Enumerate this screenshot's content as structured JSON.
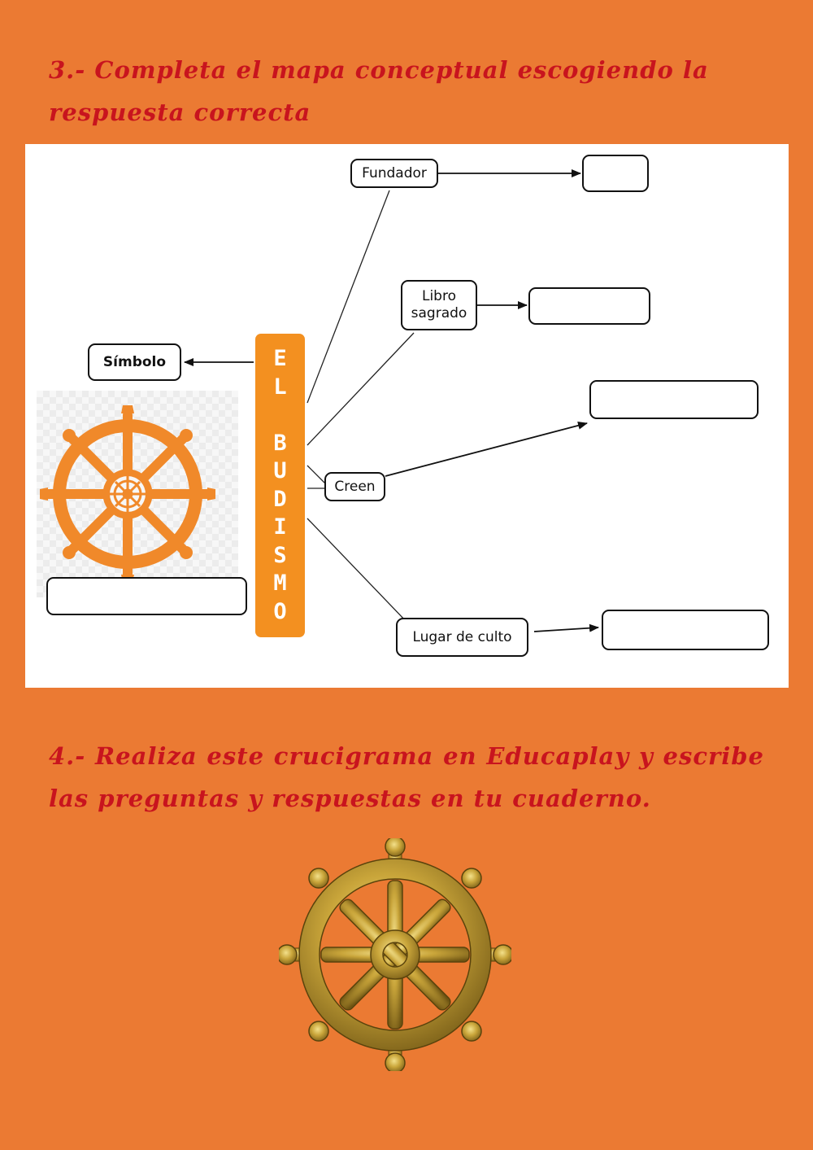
{
  "section3": {
    "heading": "3.- Completa el mapa conceptual escogiendo la respuesta correcta",
    "concept_map": {
      "central_label": [
        "E",
        "L",
        " ",
        "B",
        "U",
        "D",
        "I",
        "S",
        "M",
        "O"
      ],
      "nodes": {
        "fundador": "Fundador",
        "libro_line1": "Libro",
        "libro_line2": "sagrado",
        "creen": "Creen",
        "lugar": "Lugar de culto",
        "simbolo": "Símbolo"
      },
      "answers": {
        "fundador": "",
        "libro": "",
        "creen": "",
        "lugar": "",
        "simbolo": ""
      },
      "icons": [
        "dharma-wheel-icon-orange"
      ]
    }
  },
  "section4": {
    "heading": "4.- Realiza este crucigrama en Educaplay y escribe las preguntas y respuestas en tu cuaderno.",
    "icons": [
      "dharma-wheel-icon-gold"
    ]
  },
  "colors": {
    "page_background": "#eb7a33",
    "heading_text": "#c8141e",
    "central_box": "#f39020",
    "wheel_orange": "#f0892a",
    "wheel_gold": "#c9a53a"
  }
}
